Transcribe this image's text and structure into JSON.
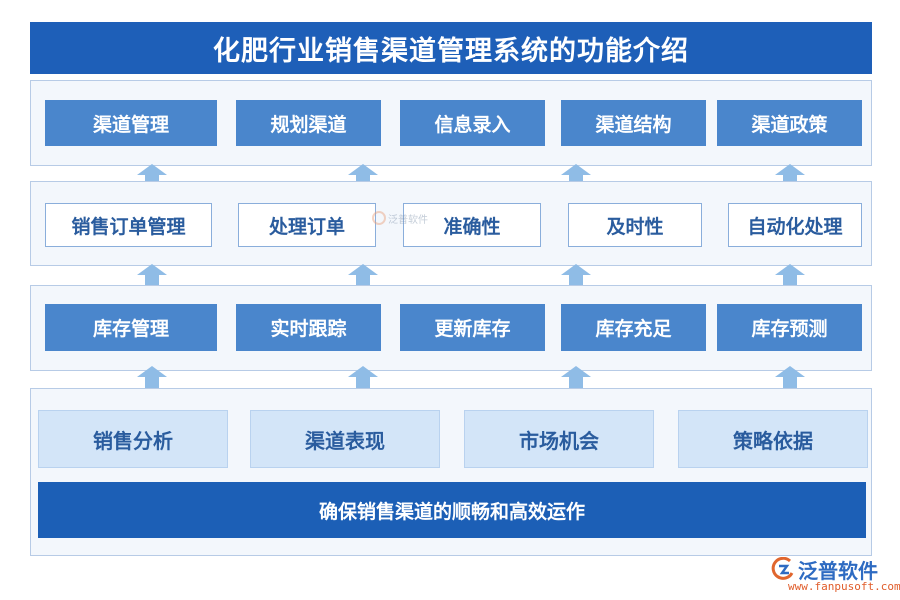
{
  "title": "化肥行业销售渠道管理系统的功能介绍",
  "row1": [
    "渠道管理",
    "规划渠道",
    "信息录入",
    "渠道结构",
    "渠道政策"
  ],
  "row2": [
    "销售订单管理",
    "处理订单",
    "准确性",
    "及时性",
    "自动化处理"
  ],
  "row3": [
    "库存管理",
    "实时跟踪",
    "更新库存",
    "库存充足",
    "库存预测"
  ],
  "row4": [
    "销售分析",
    "渠道表现",
    "市场机会",
    "策略依据"
  ],
  "banner": "确保销售渠道的顺畅和高效运作",
  "logo": {
    "name": "泛普软件",
    "url": "www.fanpusoft.com"
  },
  "watermark": "泛普软件",
  "colors": {
    "title_bg": "#1e5fb8",
    "solid_box": "#4a86cc",
    "light_box": "#d3e5f8",
    "arrow": "#8fbce6",
    "banner_bg": "#1c5fb6"
  }
}
